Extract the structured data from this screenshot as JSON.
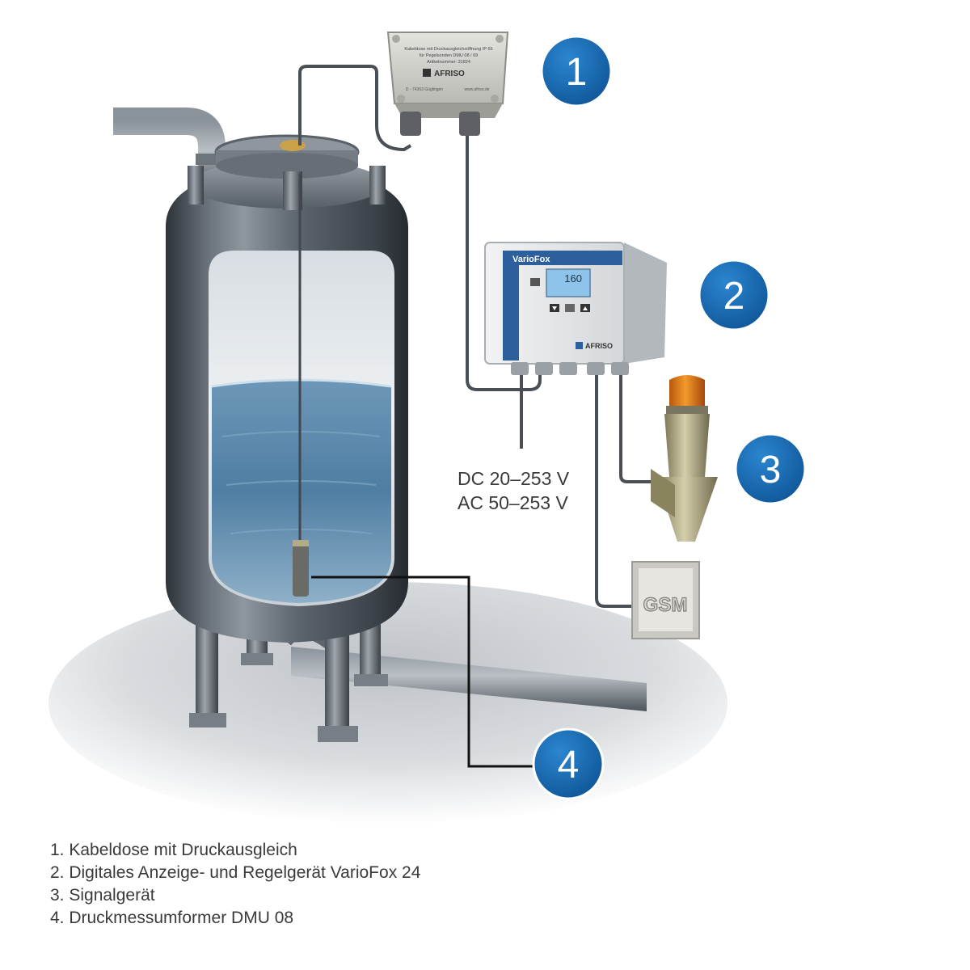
{
  "device_box": {
    "line_1": "Kabeldose mit Druckausgleichsöffnung IP 65",
    "line_2": "für Pegelsonden DMU 08 / 09",
    "line_3": "Artikelnummer: 31824",
    "brand": "AFRISO",
    "address": "D - 74363 Güglingen",
    "website": "www.afriso.de"
  },
  "controller": {
    "title": "VarioFox",
    "display_value": "160",
    "brand": "AFRISO"
  },
  "power_supply": {
    "dc": "DC 20–253 V",
    "ac": "AC 50–253 V"
  },
  "gsm_module": {
    "label": "GSM"
  },
  "callouts": [
    "1",
    "2",
    "3",
    "4"
  ],
  "legend": [
    "1. Kabeldose mit Druckausgleich",
    "2. Digitales Anzeige- und Regelgerät VarioFox 24",
    "3. Signalgerät",
    "4. Druckmessumformer DMU 08"
  ],
  "colors": {
    "callout_blue": "#1668b0",
    "tank_steel": "#5e6670",
    "water": "#4f7ea3",
    "controller_blue": "#2c5f9c",
    "beacon_orange": "#e07814",
    "beacon_body": "#b5ae86"
  }
}
